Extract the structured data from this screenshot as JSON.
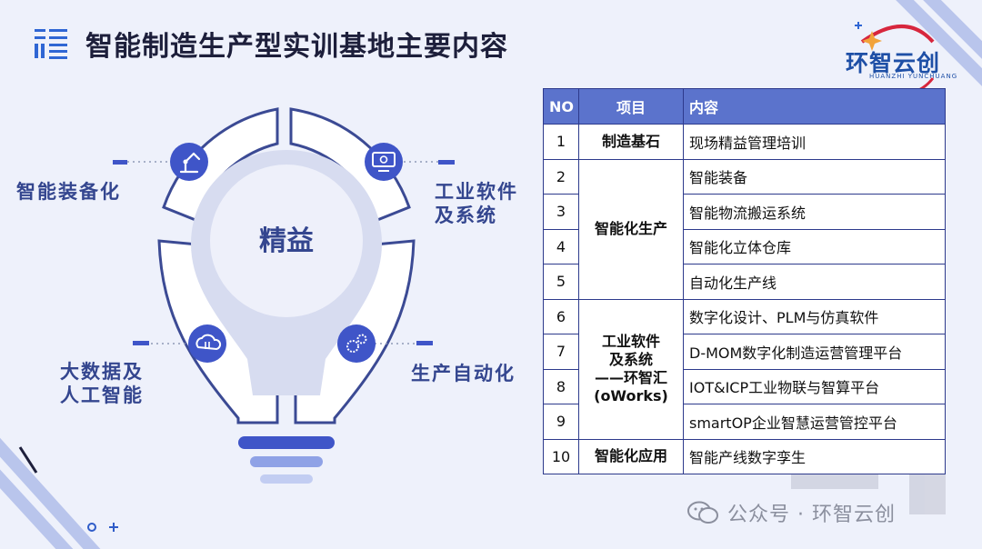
{
  "title": "智能制造生产型实训基地主要内容",
  "logo": {
    "name": "环智云创",
    "subtitle": "HUANZHI YUNCHUANG"
  },
  "bulb": {
    "center_label": "精益",
    "labels": {
      "top_left": [
        "智能装备化"
      ],
      "top_right": [
        "工业软件",
        "及系统"
      ],
      "bottom_left": [
        "大数据及",
        "人工智能"
      ],
      "bottom_right": [
        "生产自动化"
      ]
    },
    "icons": [
      "robot-arm-icon",
      "computer-settings-icon",
      "cloud-sync-icon",
      "gears-icon"
    ]
  },
  "table": {
    "headers": [
      "NO",
      "项目",
      "内容"
    ],
    "rows": [
      {
        "no": "1",
        "content": "现场精益管理培训"
      },
      {
        "no": "2",
        "content": "智能装备"
      },
      {
        "no": "3",
        "content": "智能物流搬运系统"
      },
      {
        "no": "4",
        "content": "智能化立体仓库"
      },
      {
        "no": "5",
        "content": "自动化生产线"
      },
      {
        "no": "6",
        "content": "数字化设计、PLM与仿真软件"
      },
      {
        "no": "7",
        "content": "D-MOM数字化制造运营管理平台"
      },
      {
        "no": "8",
        "content": "IOT&ICP工业物联与智算平台"
      },
      {
        "no": "9",
        "content": "smartOP企业智慧运营管控平台"
      },
      {
        "no": "10",
        "content": "智能产线数字孪生"
      }
    ],
    "groups": [
      {
        "lines": [
          "制造基石"
        ]
      },
      {
        "lines": [
          "智能化生产"
        ]
      },
      {
        "lines": [
          "工业软件",
          "及系统",
          "——环智汇",
          "(oWorks)"
        ]
      },
      {
        "lines": [
          "智能化应用"
        ]
      }
    ]
  },
  "watermark": "公众号 · 环智云创",
  "colors": {
    "accent": "#5b73cc",
    "border": "#2d3a8c",
    "bulb_outline": "#3b4a94",
    "background": "#eef1fb"
  }
}
